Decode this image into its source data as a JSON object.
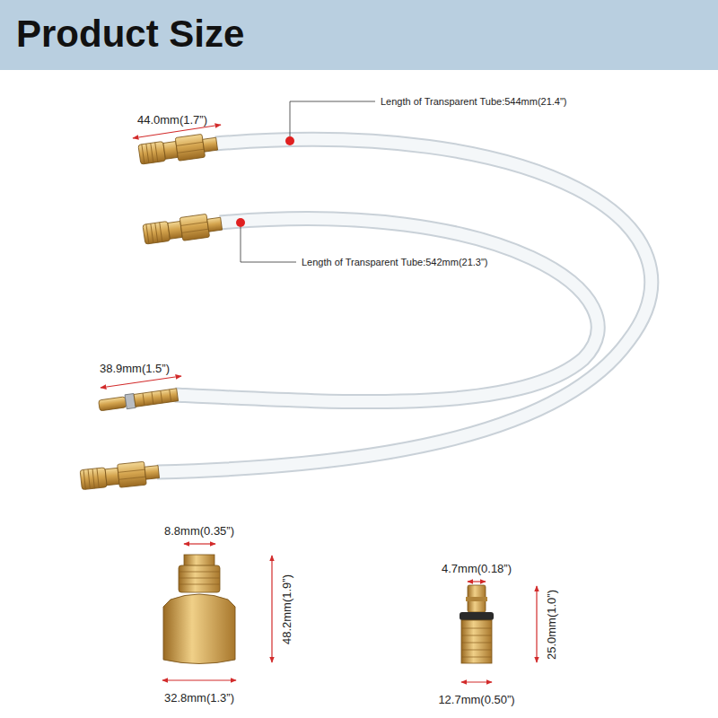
{
  "diagram": {
    "title": "Product Size",
    "labels": [
      "Length of Transparent Tube:544mm(21.4\")",
      "Length of Transparent Tube:542mm(21.3\")",
      "44.0mm(1.7”)",
      "38.9mm(1.5”)",
      "8.8mm(0.35”)",
      "48.2mm(1.9”)",
      "32.8mm(1.3”)",
      "4.7mm(0.18”)",
      "25.0mm(1.0”)",
      "12.7mm(0.50”)"
    ]
  }
}
